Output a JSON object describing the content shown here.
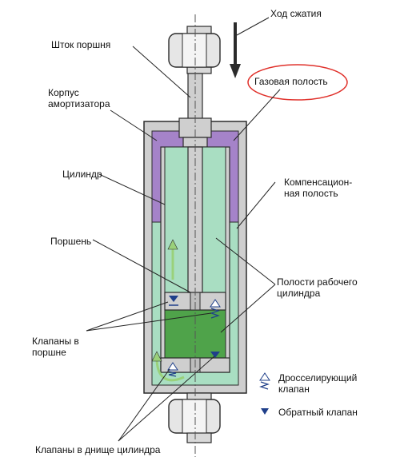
{
  "labels": {
    "compression_stroke": "Ход сжатия",
    "piston_rod": "Шток поршня",
    "gas_chamber": "Газовая полость",
    "damper_body": "Корпус\nамортизатора",
    "cylinder": "Цилиндр",
    "compensation_chamber": "Компенсацион-\nная полость",
    "piston": "Поршень",
    "working_cylinder_chambers": "Полости рабочего\nцилиндра",
    "piston_valves": "Клапаны в\nпоршне",
    "throttle_valve": "Дросселирующий\nклапан",
    "check_valve": "Обратный клапан",
    "bottom_valves": "Клапаны в днище цилиндра"
  },
  "colors": {
    "body_fill": "#d9d9d9",
    "body_stroke": "#2b2b2b",
    "gas": "#a583c9",
    "fluid_light": "#a9dec2",
    "fluid_working": "#4fa34a",
    "arrow": "#9ad17a",
    "highlight_ring": "#e0312b",
    "valve": "#1f3f8a"
  },
  "icons": {
    "compression_arrow": "down-arrow-icon",
    "flow_arrow": "up-arrow-icon",
    "throttle_valve": "spring-valve-icon",
    "check_valve": "triangle-valve-icon"
  }
}
